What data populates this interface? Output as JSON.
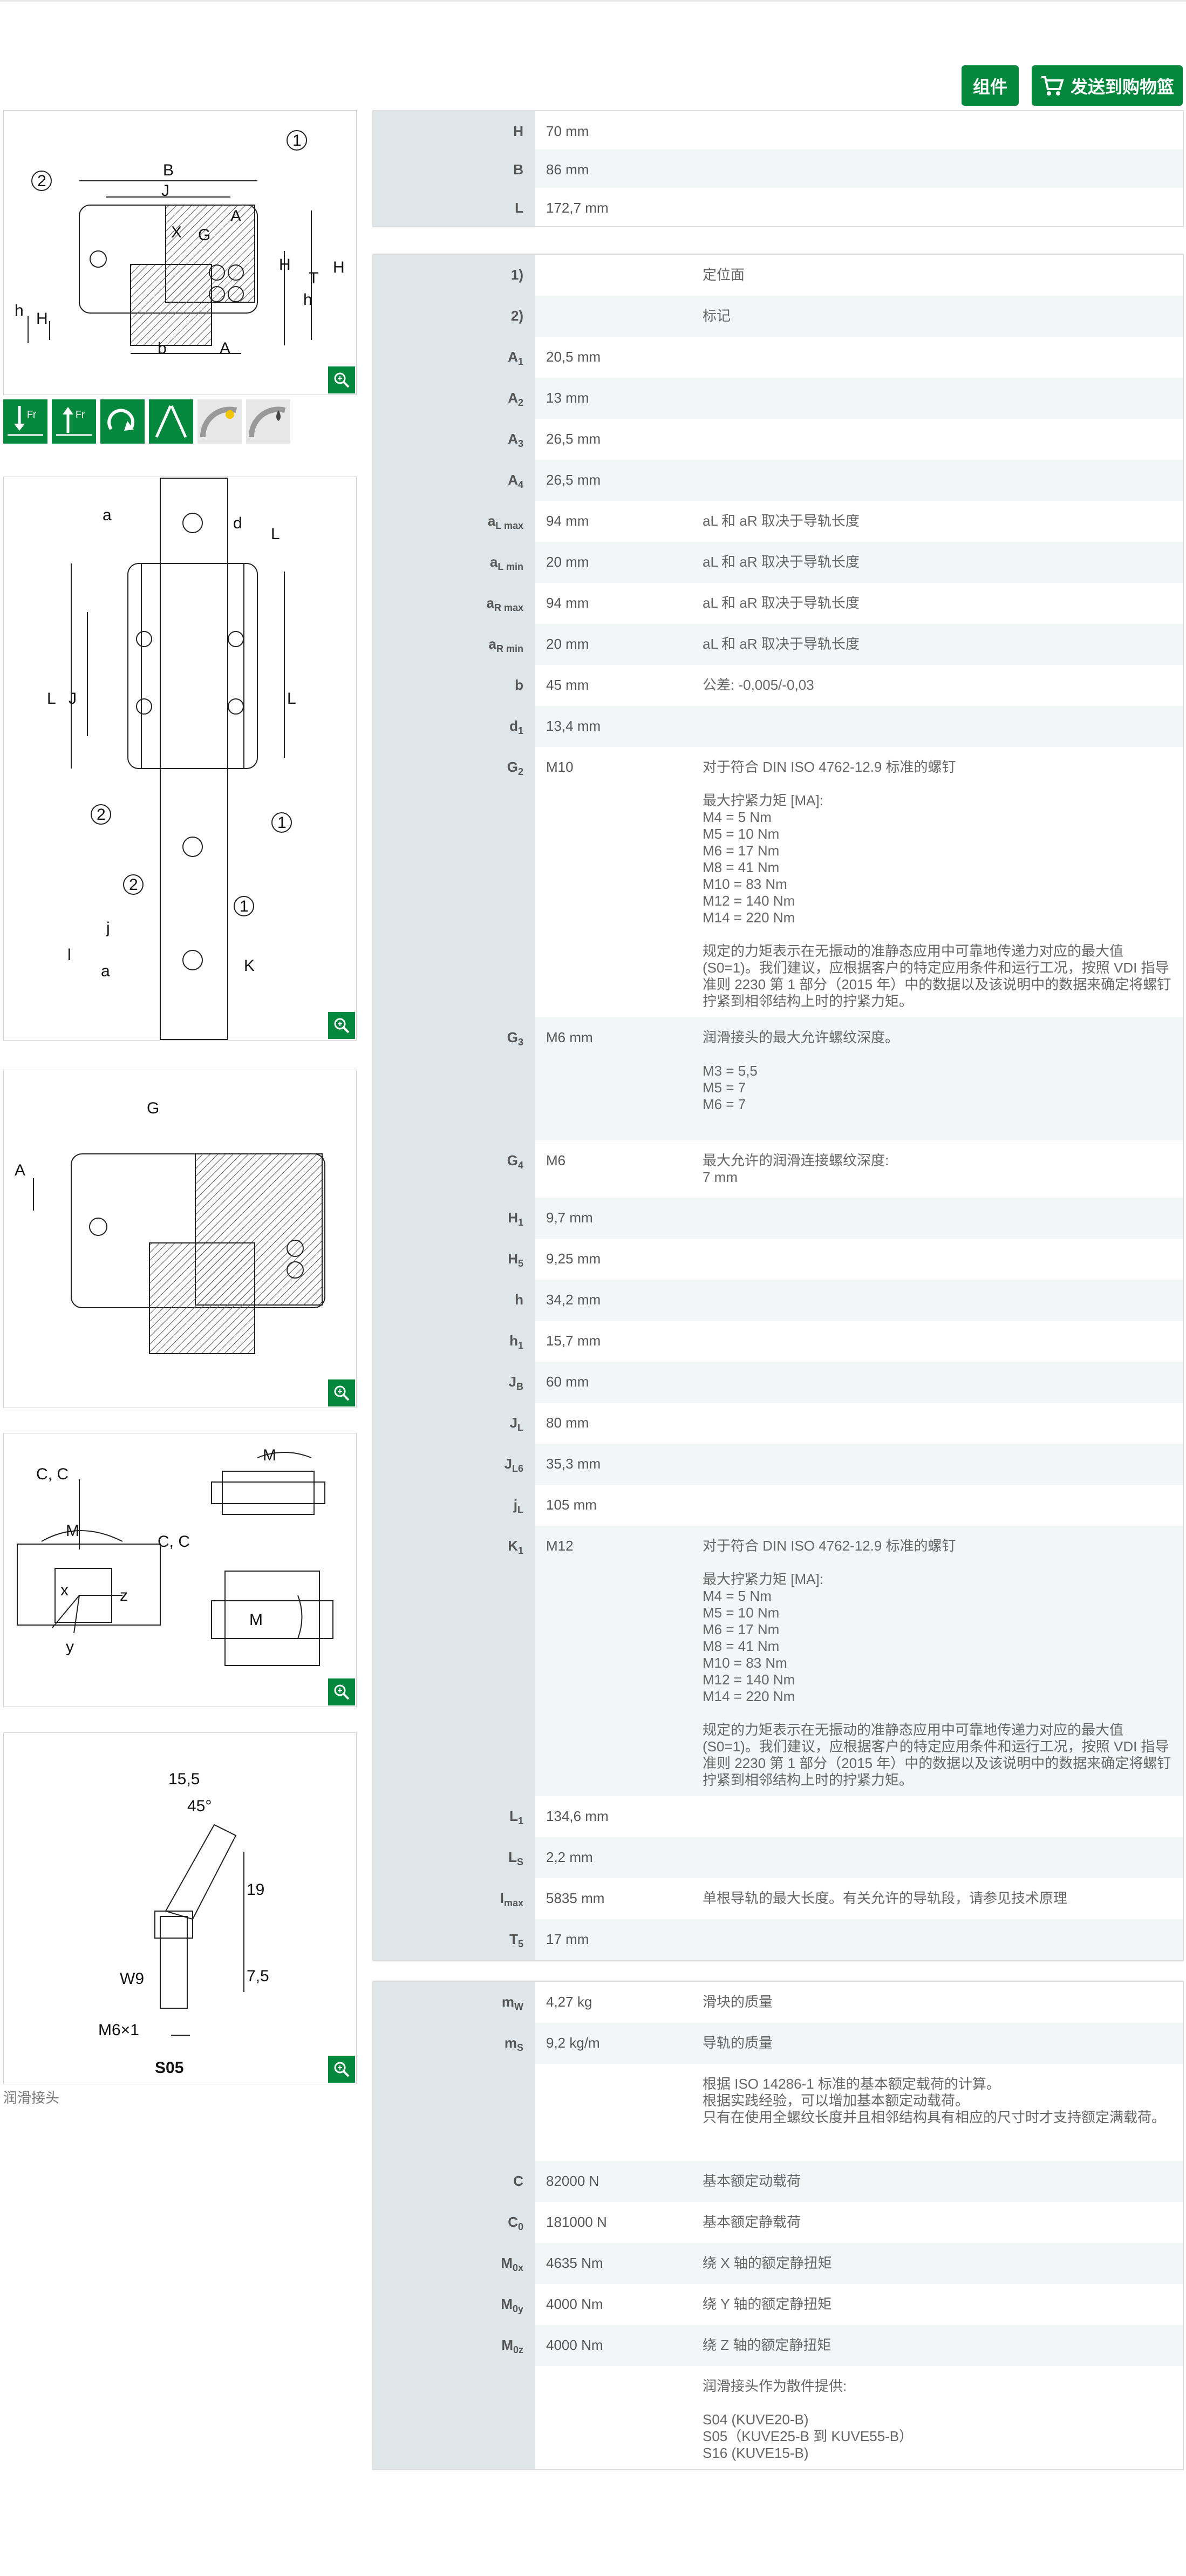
{
  "header": {
    "set_label": "组件",
    "cart_label": "发送到购物篮"
  },
  "drawings": {
    "caption": "润滑接头",
    "fig1_labels": {
      "B": "B",
      "JB": "J",
      "X": "X",
      "G2": "G",
      "A2": "A",
      "H5": "H",
      "T5": "T",
      "H": "H",
      "h": "h",
      "h1": "h",
      "H1": "H",
      "b": "b",
      "A1": "A",
      "c1": "1",
      "c2": "2"
    },
    "fig2_labels": {
      "aL": "a",
      "d1": "d",
      "Ls": "L",
      "L": "L",
      "JL": "J",
      "L1": "L",
      "jL": "j",
      "lmax": "l",
      "aR": "a",
      "K1": "K",
      "c1": "1",
      "c2": "2"
    },
    "fig3_labels": {
      "G3": "G",
      "A3": "A"
    },
    "fig4_labels": {
      "CC0a": "C, C",
      "CC0b": "C, C",
      "M0x": "M",
      "M0y": "M",
      "M0z": "M",
      "x": "x",
      "y": "y",
      "z": "z"
    },
    "fig5_labels": {
      "d155": "15,5",
      "a45": "45°",
      "d19": "19",
      "d75": "7,5",
      "W9": "W9",
      "M6": "M6×1",
      "S05": "S05"
    }
  },
  "table1": [
    {
      "key": "H",
      "sub": "",
      "value": "70  mm",
      "desc": ""
    },
    {
      "key": "B",
      "sub": "",
      "value": "86  mm",
      "desc": ""
    },
    {
      "key": "L",
      "sub": "",
      "value": "172,7  mm",
      "desc": ""
    }
  ],
  "table2": [
    {
      "key": "1)",
      "sub": "",
      "value": "",
      "desc": "定位面"
    },
    {
      "key": "2)",
      "sub": "",
      "value": "",
      "desc": "标记"
    },
    {
      "key": "A",
      "sub": "1",
      "value": "20,5  mm",
      "desc": ""
    },
    {
      "key": "A",
      "sub": "2",
      "value": "13  mm",
      "desc": ""
    },
    {
      "key": "A",
      "sub": "3",
      "value": "26,5  mm",
      "desc": ""
    },
    {
      "key": "A",
      "sub": "4",
      "value": "26,5  mm",
      "desc": ""
    },
    {
      "key": "a",
      "sub": "L max",
      "value": "94  mm",
      "desc": "aL 和 aR 取决于导轨长度"
    },
    {
      "key": "a",
      "sub": "L min",
      "value": "20  mm",
      "desc": "aL 和 aR 取决于导轨长度"
    },
    {
      "key": "a",
      "sub": "R max",
      "value": "94  mm",
      "desc": "aL 和 aR 取决于导轨长度"
    },
    {
      "key": "a",
      "sub": "R min",
      "value": "20  mm",
      "desc": "aL 和 aR 取决于导轨长度"
    },
    {
      "key": "b",
      "sub": "",
      "value": "45  mm",
      "desc": "公差: -0,005/-0,03"
    },
    {
      "key": "d",
      "sub": "1",
      "value": "13,4  mm",
      "desc": ""
    },
    {
      "key": "G",
      "sub": "2",
      "value": "M10",
      "desc": "对于符合 DIN ISO 4762-12.9 标准的螺钉\n\n最大拧紧力矩 [MA]:\nM4 = 5 Nm\nM5 = 10 Nm\nM6 = 17 Nm\nM8 = 41 Nm\nM10 = 83 Nm\nM12 = 140 Nm\nM14 = 220 Nm\n\n规定的力矩表示在无振动的准静态应用中可靠地传递力对应的最大值 (S0=1)。我们建议，应根据客户的特定应用条件和运行工况，按照 VDI 指导准则 2230 第 1 部分（2015 年）中的数据以及该说明中的数据来确定将螺钉拧紧到相邻结构上时的拧紧力矩。"
    },
    {
      "key": "G",
      "sub": "3",
      "value": "M6  mm",
      "desc": "润滑接头的最大允许螺纹深度。\n\nM3 = 5,5\nM5 = 7\nM6 = 7"
    },
    {
      "key": "G",
      "sub": "4",
      "value": "M6",
      "desc": "最大允许的润滑连接螺纹深度:\n7 mm"
    },
    {
      "key": "H",
      "sub": "1",
      "value": "9,7  mm",
      "desc": ""
    },
    {
      "key": "H",
      "sub": "5",
      "value": "9,25  mm",
      "desc": ""
    },
    {
      "key": "h",
      "sub": "",
      "value": "34,2  mm",
      "desc": ""
    },
    {
      "key": "h",
      "sub": "1",
      "value": "15,7  mm",
      "desc": ""
    },
    {
      "key": "J",
      "sub": "B",
      "value": "60  mm",
      "desc": ""
    },
    {
      "key": "J",
      "sub": "L",
      "value": "80  mm",
      "desc": ""
    },
    {
      "key": "J",
      "sub": "L6",
      "value": "35,3  mm",
      "desc": ""
    },
    {
      "key": "j",
      "sub": "L",
      "value": "105  mm",
      "desc": ""
    },
    {
      "key": "K",
      "sub": "1",
      "value": "M12",
      "desc": "对于符合 DIN ISO 4762-12.9 标准的螺钉\n\n最大拧紧力矩 [MA]:\nM4 = 5 Nm\nM5 = 10 Nm\nM6 = 17 Nm\nM8 = 41 Nm\nM10 = 83 Nm\nM12 = 140 Nm\nM14 = 220 Nm\n\n规定的力矩表示在无振动的准静态应用中可靠地传递力对应的最大值 (S0=1)。我们建议，应根据客户的特定应用条件和运行工况，按照 VDI 指导准则 2230 第 1 部分（2015 年）中的数据以及该说明中的数据来确定将螺钉拧紧到相邻结构上时的拧紧力矩。"
    },
    {
      "key": "L",
      "sub": "1",
      "value": "134,6  mm",
      "desc": ""
    },
    {
      "key": "L",
      "sub": "S",
      "value": "2,2  mm",
      "desc": ""
    },
    {
      "key": "l",
      "sub": "max",
      "value": "5835  mm",
      "desc": "单根导轨的最大长度。有关允许的导轨段，请参见技术原理"
    },
    {
      "key": "T",
      "sub": "5",
      "value": "17  mm",
      "desc": ""
    }
  ],
  "table3": [
    {
      "key": "m",
      "sub": "W",
      "value": "4,27  kg",
      "desc": "滑块的质量"
    },
    {
      "key": "m",
      "sub": "S",
      "value": "9,2  kg/m",
      "desc": "导轨的质量"
    },
    {
      "key": "",
      "sub": "",
      "value": "",
      "desc": "根据 ISO 14286-1 标准的基本额定载荷的计算。\n根据实践经验，可以增加基本额定动载荷。\n只有在使用全螺纹长度并且相邻结构具有相应的尺寸时才支持额定满载荷。"
    },
    {
      "key": "C",
      "sub": "",
      "value": "82000  N",
      "desc": "基本额定动载荷"
    },
    {
      "key": "C",
      "sub": "0",
      "value": "181000  N",
      "desc": "基本额定静载荷"
    },
    {
      "key": "M",
      "sub": "0x",
      "value": "4635  Nm",
      "desc": "绕 X 轴的额定静扭矩"
    },
    {
      "key": "M",
      "sub": "0y",
      "value": "4000  Nm",
      "desc": "绕 Y 轴的额定静扭矩"
    },
    {
      "key": "M",
      "sub": "0z",
      "value": "4000  Nm",
      "desc": "绕 Z 轴的额定静扭矩"
    },
    {
      "key": "",
      "sub": "",
      "value": "",
      "desc": "润滑接头作为散件提供:\n\nS04 (KUVE20-B)\nS05（KUVE25-B 到 KUVE55-B）\nS16 (KUVE15-B)"
    }
  ]
}
